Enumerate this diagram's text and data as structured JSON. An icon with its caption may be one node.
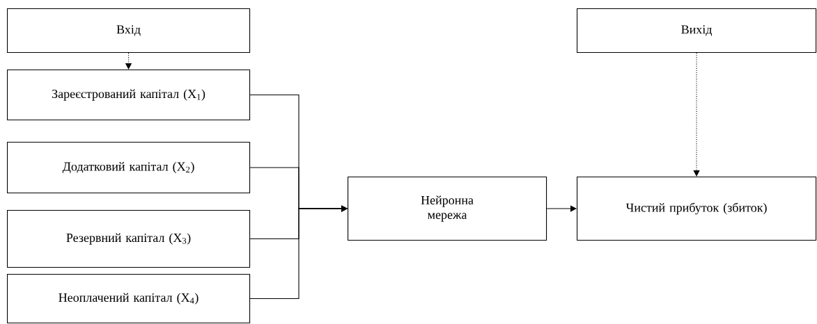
{
  "diagram": {
    "nodes": [
      {
        "text": [
          "Вхід"
        ]
      },
      {
        "text": [
          "Зареєстрований капітал (X$_{1}$)"
        ]
      },
      {
        "text": [
          "Додатковий капітал (X$_{2}$)"
        ]
      },
      {
        "text": [
          "Резервний капітал (X$_{3}$)"
        ]
      },
      {
        "text": [
          "Неоплачений капітал (X$_{4}$)"
        ]
      },
      {
        "text": [
          "Нейронна мережа"
        ]
      },
      {
        "text": [
          "Вихід"
        ]
      },
      {
        "text": [
          "Чистий прибуток (збиток)"
        ]
      }
    ],
    "edges": [
      {
        "from": 0,
        "to": 1,
        "arrow": "to",
        "style": "dashed"
      },
      {
        "from": 1,
        "to": 5,
        "arrow": "to"
      },
      {
        "from": 2,
        "to": 5,
        "arrow": "to"
      },
      {
        "from": 3,
        "to": 5,
        "arrow": "to"
      },
      {
        "from": 4,
        "to": 5,
        "arrow": "to"
      },
      {
        "from": 5,
        "to": 7,
        "arrow": "to"
      },
      {
        "from": 6,
        "to": 7,
        "arrow": "to",
        "style": "dashed"
      }
    ]
  }
}
